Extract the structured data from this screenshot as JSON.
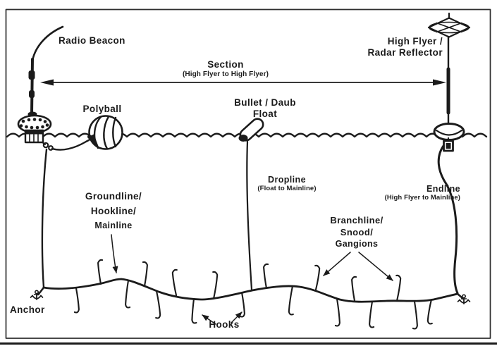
{
  "colors": {
    "ink": "#1b1b1b",
    "background": "#ffffff",
    "border": "#2e2e2e",
    "edge_shadow": "#a8a8a8"
  },
  "labels": {
    "radio_beacon": "Radio Beacon",
    "high_flyer_line1": "High Flyer /",
    "high_flyer_line2": "Radar Reflector",
    "section": "Section",
    "section_detail": "(High Flyer to High Flyer)",
    "polyball": "Polyball",
    "bullet_float_line1": "Bullet / Daub",
    "bullet_float_line2": "Float",
    "dropline": "Dropline",
    "dropline_detail": "(Float to Mainline)",
    "endline": "Endline",
    "endline_detail": "(High Flyer to Mainline)",
    "groundline_line1": "Groundline/",
    "groundline_line2": "Hookline/",
    "groundline_line3": "Mainline",
    "branchline_line1": "Branchline/",
    "branchline_line2": "Snood/",
    "branchline_line3": "Gangions",
    "anchor": "Anchor",
    "hooks": "Hooks"
  },
  "icons": [
    "radio-beacon-buoy-icon",
    "radar-reflector-icon",
    "polyball-icon",
    "bullet-float-icon",
    "ring-float-icon",
    "anchor-icon",
    "branchline-hook-icon"
  ]
}
